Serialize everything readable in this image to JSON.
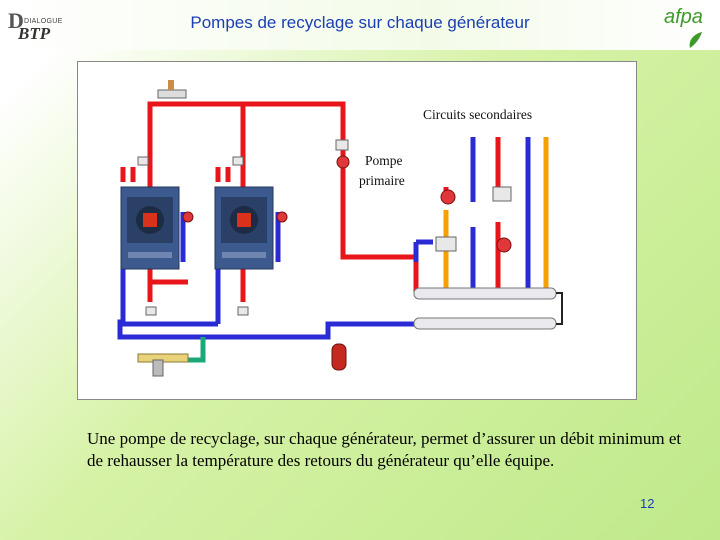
{
  "header": {
    "title": "Pompes de recyclage sur chaque générateur",
    "logo_left": {
      "initial": "D",
      "subtitle": "DIALOGUE",
      "brand": "BTP"
    },
    "logo_right": {
      "brand": "afpa"
    }
  },
  "diagram": {
    "labels": {
      "secondary_circuits": "Circuits secondaires",
      "primary_pump_line1": "Pompe",
      "primary_pump_line2": "primaire"
    },
    "colors": {
      "supply": "#e8161b",
      "return": "#2b2bd6",
      "secondary_return": "#f5a000",
      "boiler": "#3d5a8f",
      "flame": "#d8321a",
      "makeup": "#1aa879"
    }
  },
  "caption": "Une pompe de recyclage, sur chaque générateur, permet d’assurer un débit minimum et de rehausser la température des retours du générateur qu’elle équipe.",
  "page_number": "12"
}
